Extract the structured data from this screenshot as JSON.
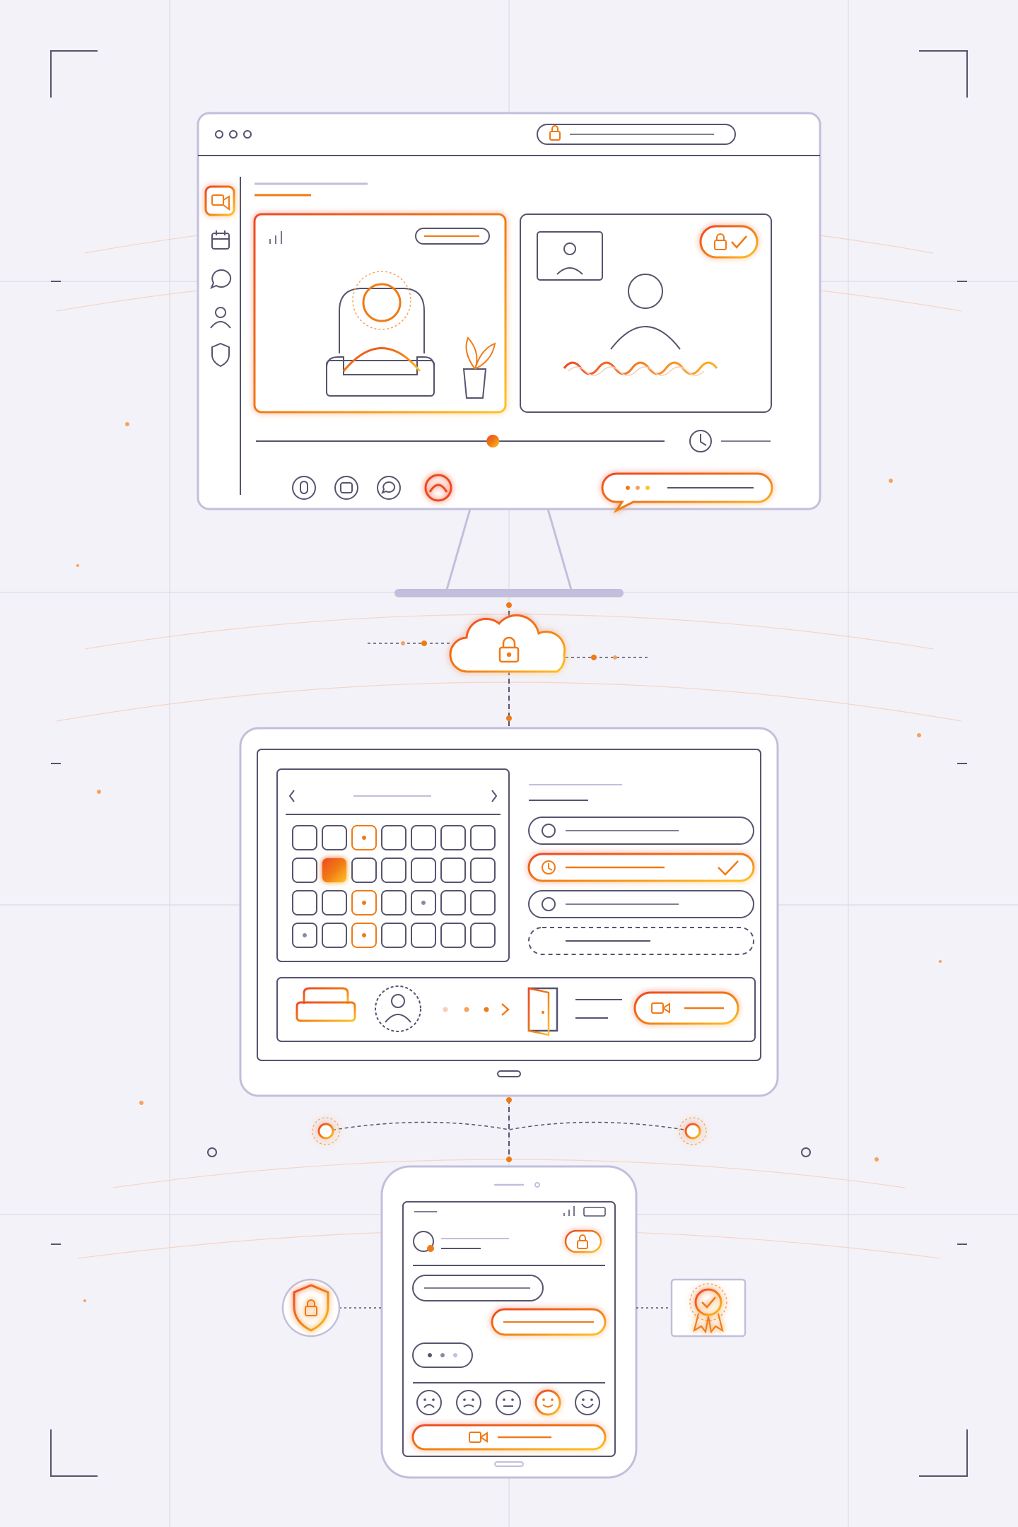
{
  "colors": {
    "background": "#f3f2f8",
    "line": "#56546e",
    "line_light": "#c2bfdc",
    "accent_orange": "#f07a14",
    "accent_red": "#ee4a22",
    "accent_yellow": "#ffc22a",
    "grid": "#dcdae9"
  },
  "illustration": {
    "theme": "secure telehealth video consultation across desktop, tablet and phone",
    "desktop": {
      "window_controls": [
        "dot",
        "dot",
        "dot"
      ],
      "address_bar_icon": "lock-icon",
      "sidebar_icons": [
        "video-camera-icon",
        "calendar-icon",
        "chat-icon",
        "user-icon",
        "shield-icon"
      ],
      "progress_fraction": 0.58,
      "call_controls": [
        "microphone-icon",
        "stop-video-icon",
        "chat-icon",
        "end-call-icon"
      ],
      "secure_badge_icons": [
        "lock-icon",
        "check-icon"
      ]
    },
    "tablet": {
      "calendar_rows": 4,
      "calendar_cols": 7,
      "highlighted_day_index": 8,
      "time_slots": 4,
      "selected_slot_index": 1,
      "waiting_room_icons": [
        "armchair-icon",
        "user-icon",
        "door-icon",
        "video-camera-icon"
      ]
    },
    "phone": {
      "mood_faces": [
        "very-sad-face-icon",
        "sad-face-icon",
        "neutral-face-icon",
        "happy-face-icon",
        "very-happy-face-icon"
      ],
      "selected_mood_index": 3,
      "side_badges": [
        "shield-lock-icon",
        "award-check-icon"
      ]
    }
  }
}
